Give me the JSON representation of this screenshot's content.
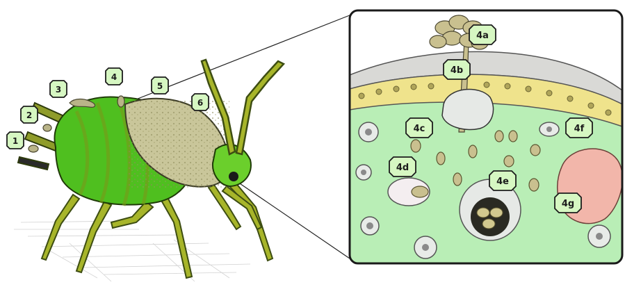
{
  "colors": {
    "aphid_body": "#4fbf1f",
    "aphid_dark": "#2f7d10",
    "aphid_stripe": "#7a9a1a",
    "fungal_patch": "#c9c69a",
    "cuticle": "#d9d9d6",
    "epidermis": "#efe38c",
    "hemolymph": "#b9eeb6",
    "label_fill": "#d6f7c2",
    "label_dark": "#1c1c1c",
    "resting_spore": "#f2b6aa",
    "conidia": "#c9c08f"
  },
  "aphid_labels": [
    {
      "id": "1",
      "text": "1"
    },
    {
      "id": "2",
      "text": "2"
    },
    {
      "id": "3",
      "text": "3"
    },
    {
      "id": "4",
      "text": "4"
    },
    {
      "id": "5",
      "text": "5"
    },
    {
      "id": "6",
      "text": "6"
    }
  ],
  "inset_labels": [
    {
      "id": "4a",
      "text": "4a"
    },
    {
      "id": "4b",
      "text": "4b"
    },
    {
      "id": "4c",
      "text": "4c"
    },
    {
      "id": "4d",
      "text": "4d"
    },
    {
      "id": "4e",
      "text": "4e"
    },
    {
      "id": "4f",
      "text": "4f"
    },
    {
      "id": "4g",
      "text": "4g"
    }
  ]
}
